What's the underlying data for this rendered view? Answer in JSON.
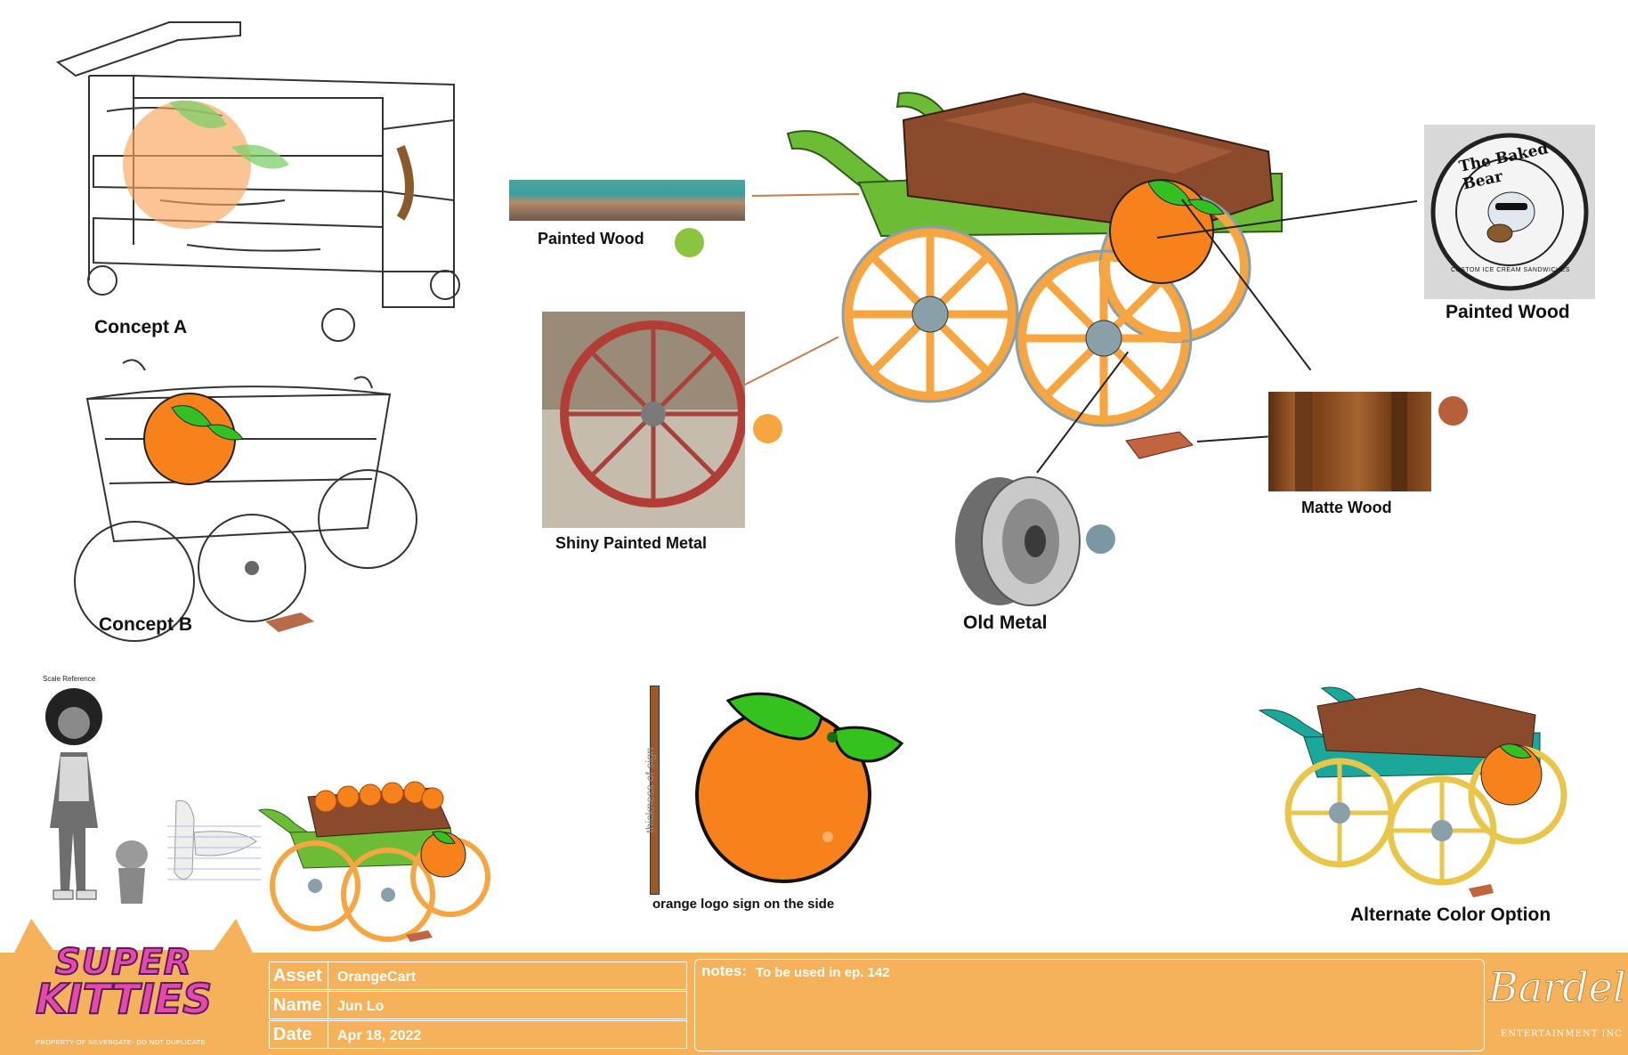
{
  "labels": {
    "concept_a": "Concept A",
    "concept_b": "Concept B",
    "painted_wood_1": "Painted Wood",
    "shiny_painted_metal": "Shiny Painted Metal",
    "painted_wood_2": "Painted Wood",
    "matte_wood": "Matte Wood",
    "old_metal": "Old Metal",
    "orange_logo": "orange logo  sign on the side",
    "thickness": "thickness of sign",
    "alternate": "Alternate Color Option",
    "scale_reference": "Scale Reference"
  },
  "logo_sign": {
    "line1": "The Baked Bear",
    "line2": "CUSTOM ICE CREAM SANDWICHES"
  },
  "swatches": {
    "green": "#8bc53f",
    "orange": "#f7a540",
    "brown": "#b75f3a",
    "grey_blue": "#7b97a3"
  },
  "footer": {
    "brand_line1": "SUPER",
    "brand_line2": "KITTIES",
    "brand_tagline": "PROPERTY OF SILVERGATE- DO NOT DUPLICATE",
    "asset_key": "Asset",
    "asset_value": "OrangeCart",
    "name_key": "Name",
    "name_value": "Jun Lo",
    "date_key": "Date",
    "date_value": "Apr 18, 2022",
    "notes_key": "notes:",
    "notes_value": "To be used in ep. 142",
    "studio_logo": "Bardel",
    "studio_sub": "ENTERTAINMENT INC",
    "accent_color": "#f5b25a"
  },
  "icons": {
    "orange": "orange-fruit-icon",
    "cart": "wooden-cart-icon",
    "wheel": "spoked-wheel-icon"
  }
}
